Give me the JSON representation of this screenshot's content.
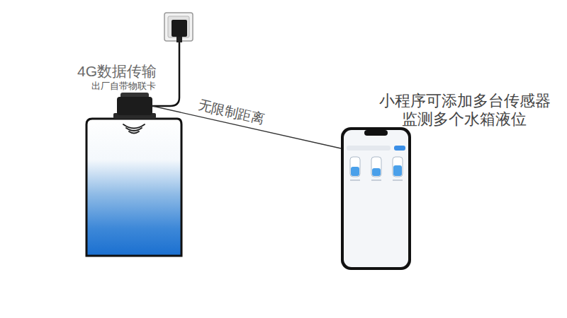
{
  "diagram": {
    "nodes": [
      {
        "text": [
          "4G数据传输",
          "出厂自带物联卡"
        ]
      },
      {
        "text": [
          "小程序可添加多台传感器",
          "监测多个水箱液位"
        ]
      }
    ],
    "edges": [
      {
        "from": 0,
        "to": 1,
        "label": "无限制距离",
        "arrow": "none"
      }
    ]
  }
}
